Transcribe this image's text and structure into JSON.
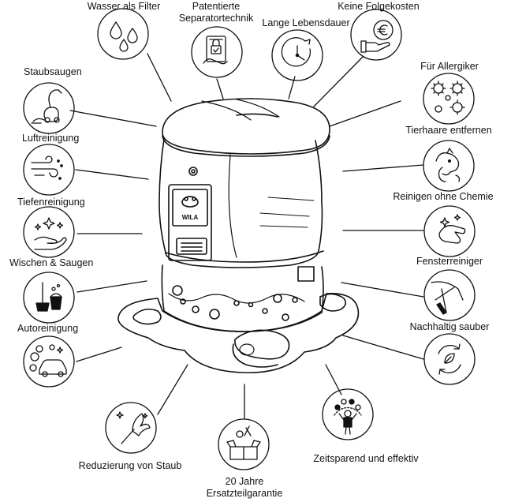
{
  "features": [
    {
      "id": "wasser",
      "label": "Wasser als Filter",
      "icon": "water-drops-icon"
    },
    {
      "id": "separator",
      "label_lines": [
        "Patentierte",
        "Separatortechnik"
      ],
      "icon": "patent-document-icon"
    },
    {
      "id": "lebensdauer",
      "label": "Lange Lebensdauer",
      "icon": "clock-icon"
    },
    {
      "id": "folgekosten",
      "label": "Keine Folgekosten",
      "icon": "euro-coin-hand-icon"
    },
    {
      "id": "allergiker",
      "label": "Für Allergiker",
      "icon": "virus-icon"
    },
    {
      "id": "tierhaare",
      "label": "Tierhaare entfernen",
      "icon": "pet-icon"
    },
    {
      "id": "chemie",
      "label": "Reinigen ohne Chemie",
      "icon": "sparkle-cloth-icon"
    },
    {
      "id": "fenster",
      "label": "Fensterreiniger",
      "icon": "window-squeegee-icon"
    },
    {
      "id": "nachhaltig",
      "label": "Nachhaltig sauber",
      "icon": "recycle-leaf-icon"
    },
    {
      "id": "zeitsparend",
      "label": "Zeitsparend und effektiv",
      "icon": "juggling-person-icon"
    },
    {
      "id": "garantie",
      "label_lines": [
        "20 Jahre",
        "Ersatzteilgarantie"
      ],
      "icon": "spare-parts-box-icon"
    },
    {
      "id": "staub",
      "label": "Reduzierung von Staub",
      "icon": "duster-icon"
    },
    {
      "id": "auto",
      "label": "Autoreinigung",
      "icon": "car-wash-icon"
    },
    {
      "id": "wischen",
      "label": "Wischen & Saugen",
      "icon": "mop-bucket-icon"
    },
    {
      "id": "tiefen",
      "label": "Tiefenreinigung",
      "icon": "sparkle-hand-icon"
    },
    {
      "id": "luft",
      "label": "Luftreinigung",
      "icon": "air-wind-icon"
    },
    {
      "id": "staubsaugen",
      "label": "Staubsaugen",
      "icon": "vacuum-cleaner-icon"
    }
  ],
  "device": {
    "brand_text": "WILA"
  },
  "colors": {
    "stroke": "#111111",
    "background": "#ffffff"
  }
}
